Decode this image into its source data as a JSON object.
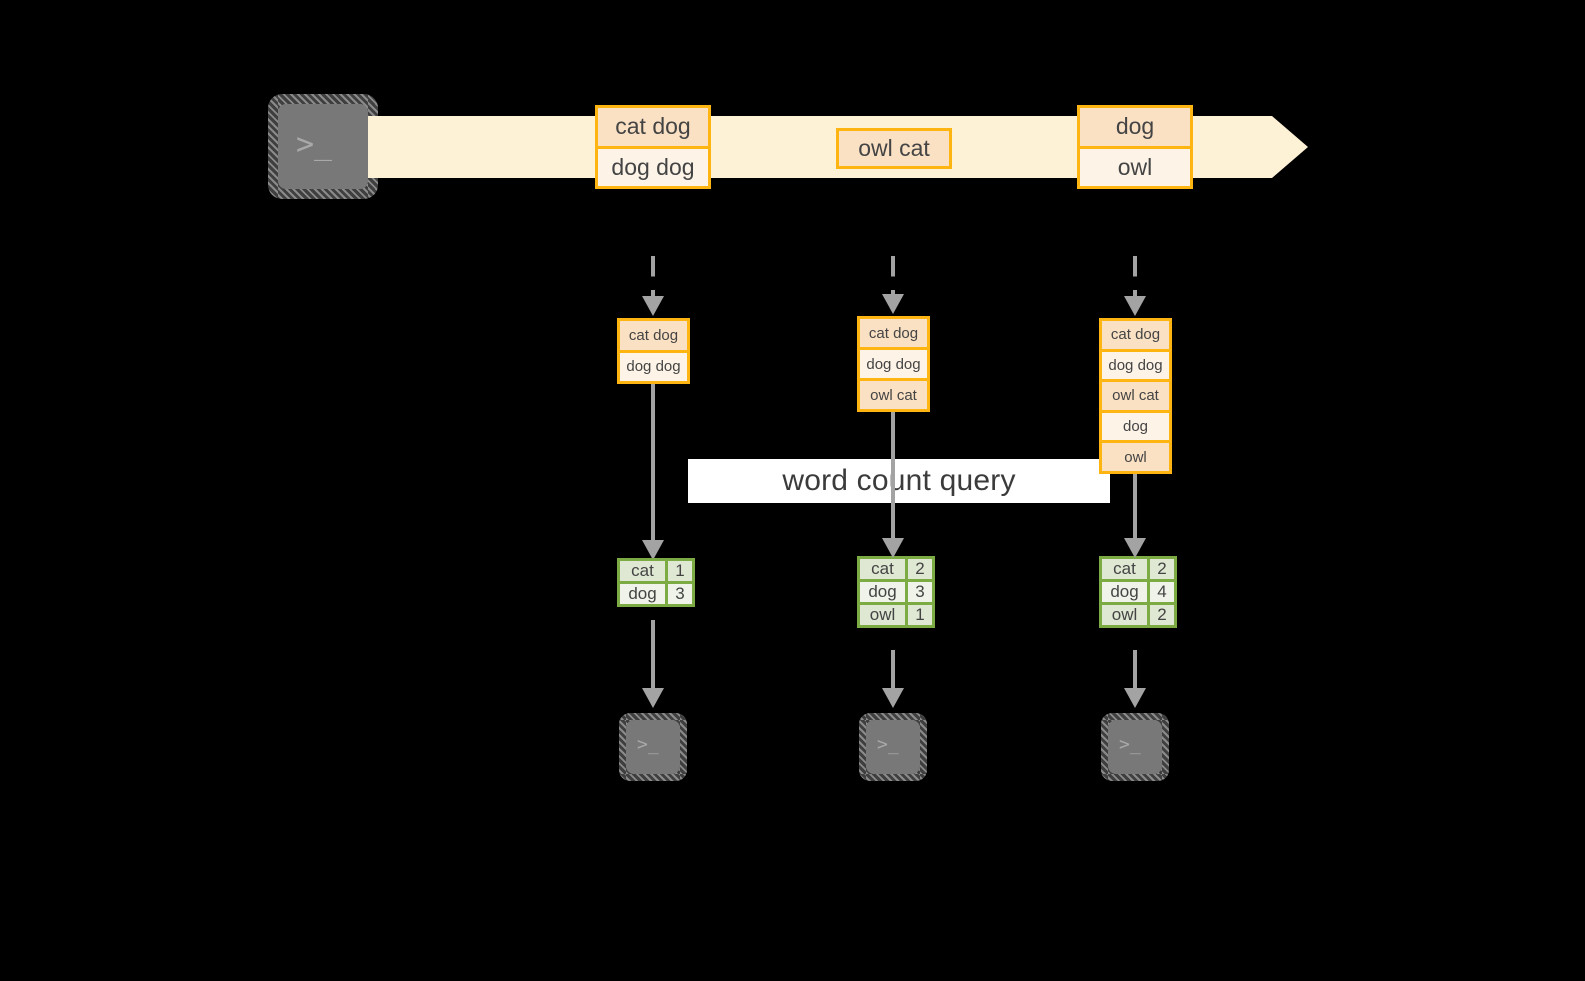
{
  "diagram": {
    "title_label": "word count query",
    "colors": {
      "background": "#000000",
      "stream_ribbon": "#fdf1d6",
      "record_border": "#ffb511",
      "record_cell_dark": "#fae1c4",
      "record_cell_light": "#fdf3e7",
      "table_border": "#7cab43",
      "table_cell_dark": "#dfe8d3",
      "table_cell_light": "#eff3e9",
      "arrow_gray": "#a3a3a3",
      "terminal_fill": "#787878",
      "label_background": "#ffffff",
      "text": "#444444"
    },
    "source": {
      "icon": "terminal-icon",
      "prompt": ">_"
    },
    "stream": {
      "arrow_icon": "right-arrow-icon",
      "groups": [
        {
          "lines": [
            "cat dog",
            "dog dog"
          ]
        },
        {
          "lines": [
            "owl cat"
          ]
        },
        {
          "lines": [
            "dog",
            "owl"
          ]
        }
      ]
    },
    "snapshots": [
      {
        "inbound_arrow": "dashed-down-arrow-icon",
        "lines": [
          "cat dog",
          "dog dog"
        ],
        "result": {
          "rows": [
            {
              "word": "cat",
              "count": "1"
            },
            {
              "word": "dog",
              "count": "3"
            }
          ]
        },
        "sink": {
          "icon": "terminal-icon",
          "prompt": ">_"
        }
      },
      {
        "inbound_arrow": "dashed-down-arrow-icon",
        "lines": [
          "cat dog",
          "dog dog",
          "owl cat"
        ],
        "result": {
          "rows": [
            {
              "word": "cat",
              "count": "2"
            },
            {
              "word": "dog",
              "count": "3"
            },
            {
              "word": "owl",
              "count": "1"
            }
          ]
        },
        "sink": {
          "icon": "terminal-icon",
          "prompt": ">_"
        }
      },
      {
        "inbound_arrow": "dashed-down-arrow-icon",
        "lines": [
          "cat dog",
          "dog dog",
          "owl cat",
          "dog",
          "owl"
        ],
        "result": {
          "rows": [
            {
              "word": "cat",
              "count": "2"
            },
            {
              "word": "dog",
              "count": "4"
            },
            {
              "word": "owl",
              "count": "2"
            }
          ]
        },
        "sink": {
          "icon": "terminal-icon",
          "prompt": ">_"
        }
      }
    ]
  }
}
